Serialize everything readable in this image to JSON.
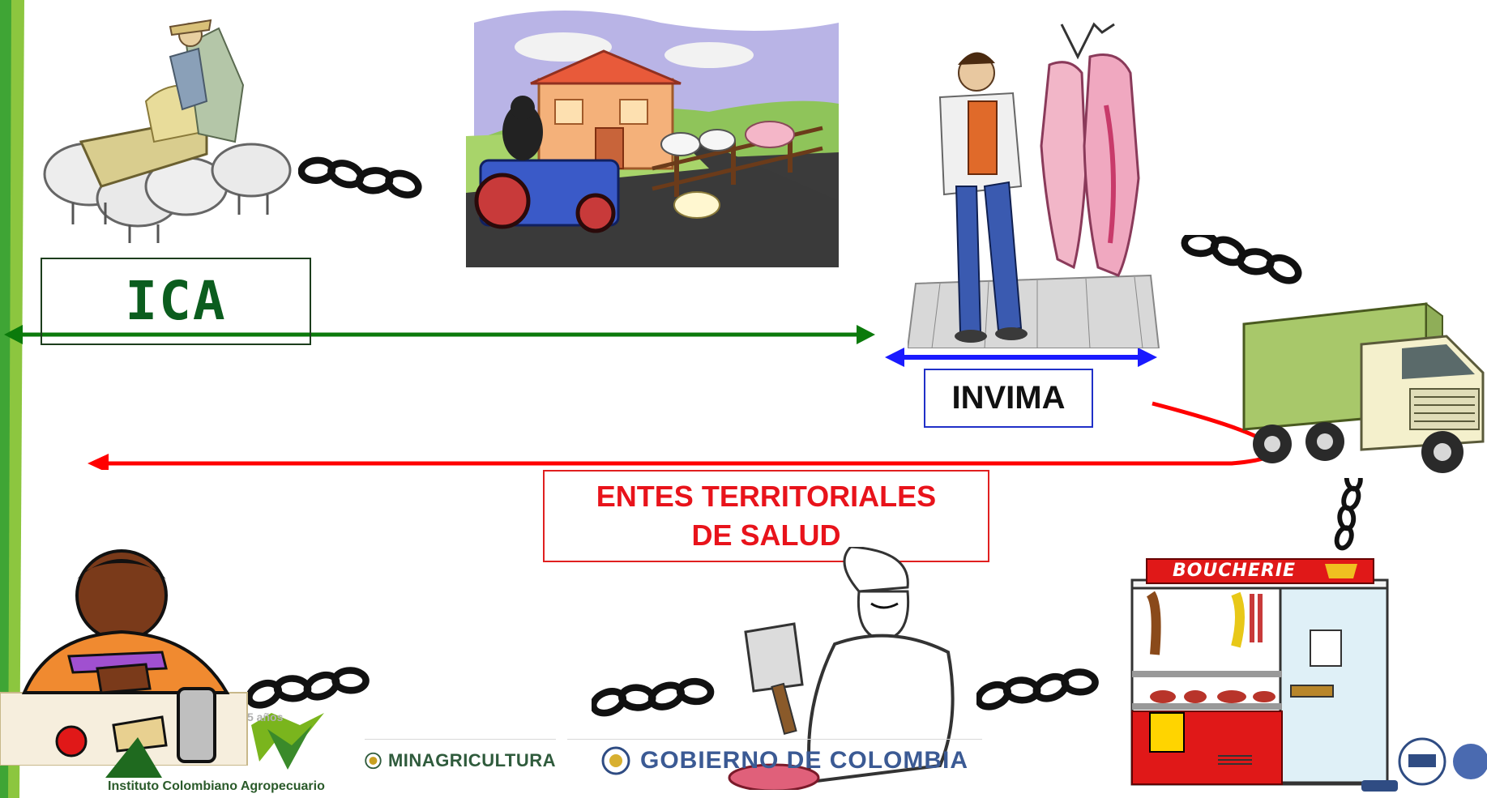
{
  "labels": {
    "ica": "ICA",
    "invima": "INVIMA",
    "entes_line1": "ENTES TERRITORIALES",
    "entes_line2": "DE SALUD"
  },
  "logos": {
    "ica_institute": "Instituto Colombiano Agropecuario",
    "minagricultura": "MINAGRICULTURA",
    "gobierno": "GOBIERNO DE COLOMBIA",
    "boucherie_sign": "BOUCHERIE"
  },
  "icons": [
    "farmer-feeding-sheep-icon",
    "farm-with-tractor-icon",
    "butcher-with-carcasses-icon",
    "delivery-truck-icon",
    "butcher-shop-icon",
    "butcher-with-cleaver-icon",
    "person-eating-icon",
    "chain-link-icon"
  ],
  "colors": {
    "ica_arrow": "#0b7a0b",
    "invima_arrow": "#1a1aff",
    "entes_arrow": "#ff0000",
    "left_bar": "#3fa535"
  }
}
